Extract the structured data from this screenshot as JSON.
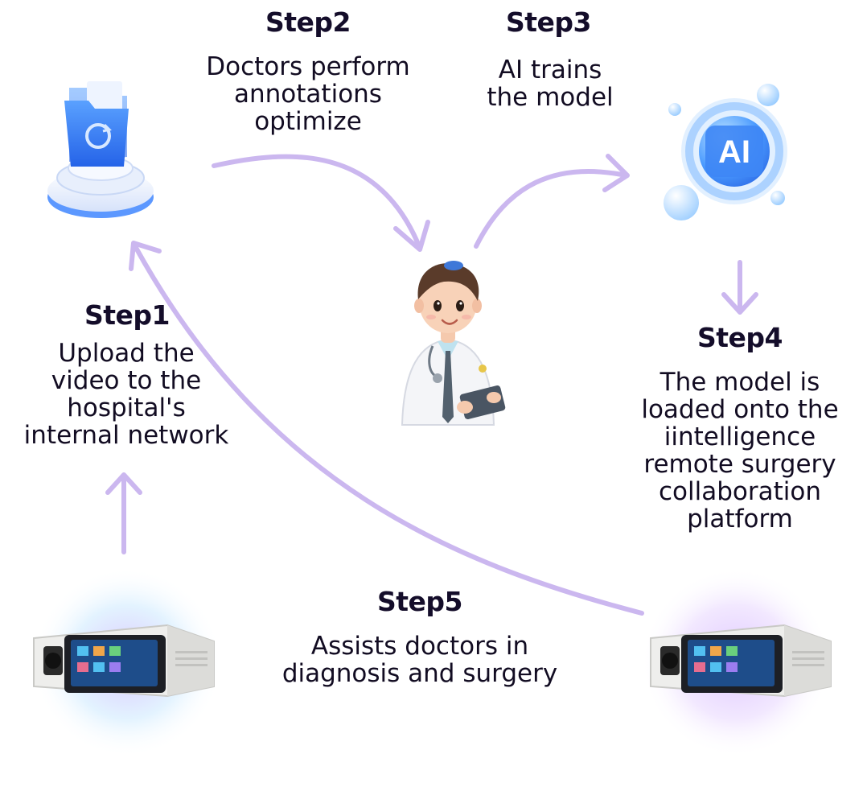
{
  "steps": [
    {
      "title": "Step1",
      "lines": [
        "Upload the",
        "video to the",
        "hospital's",
        "internal network"
      ]
    },
    {
      "title": "Step2",
      "lines": [
        "Doctors perform",
        "annotations",
        "optimize"
      ]
    },
    {
      "title": "Step3",
      "lines": [
        "AI trains",
        "the model"
      ]
    },
    {
      "title": "Step4",
      "lines": [
        "The model is",
        "loaded onto the",
        "iintelligence",
        "remote surgery",
        "collaboration",
        "platform"
      ]
    },
    {
      "title": "Step5",
      "lines": [
        "Assists doctors in",
        "diagnosis and surgery"
      ]
    }
  ],
  "ai_badge": "AI",
  "colors": {
    "arrow": "#c9b4ee",
    "text": "#140d2a",
    "folder": "#3a7bf0"
  },
  "icons": [
    "folder-sync-icon",
    "doctor-icon",
    "ai-sphere-icon",
    "medical-device-icon"
  ]
}
